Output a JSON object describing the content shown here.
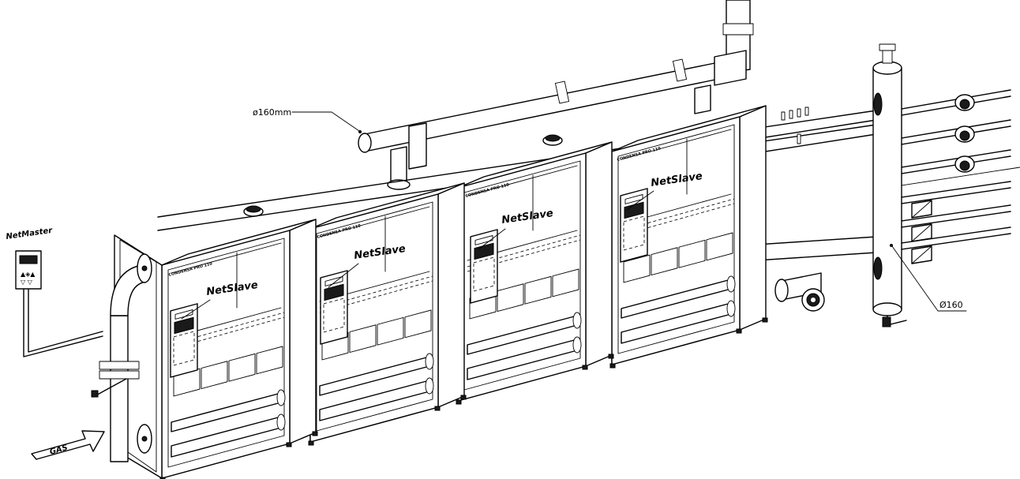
{
  "labels": {
    "pipe_diameter_main": "ø160mm",
    "pipe_diameter_header": "Ø160",
    "net_master": "NetMaster",
    "net_slave": "NetSlave",
    "gas": "GAS",
    "boiler_model": "CONDENSA PRO 110"
  }
}
